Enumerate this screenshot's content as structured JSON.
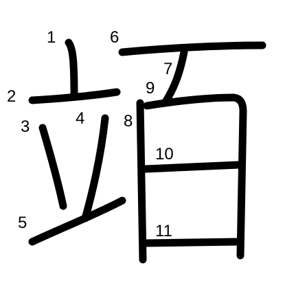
{
  "diagram": {
    "stroke_color": "#000000",
    "background": "#ffffff",
    "stroke_numbers": [
      "1",
      "2",
      "3",
      "4",
      "5",
      "6",
      "7",
      "8",
      "9",
      "10",
      "11"
    ]
  }
}
